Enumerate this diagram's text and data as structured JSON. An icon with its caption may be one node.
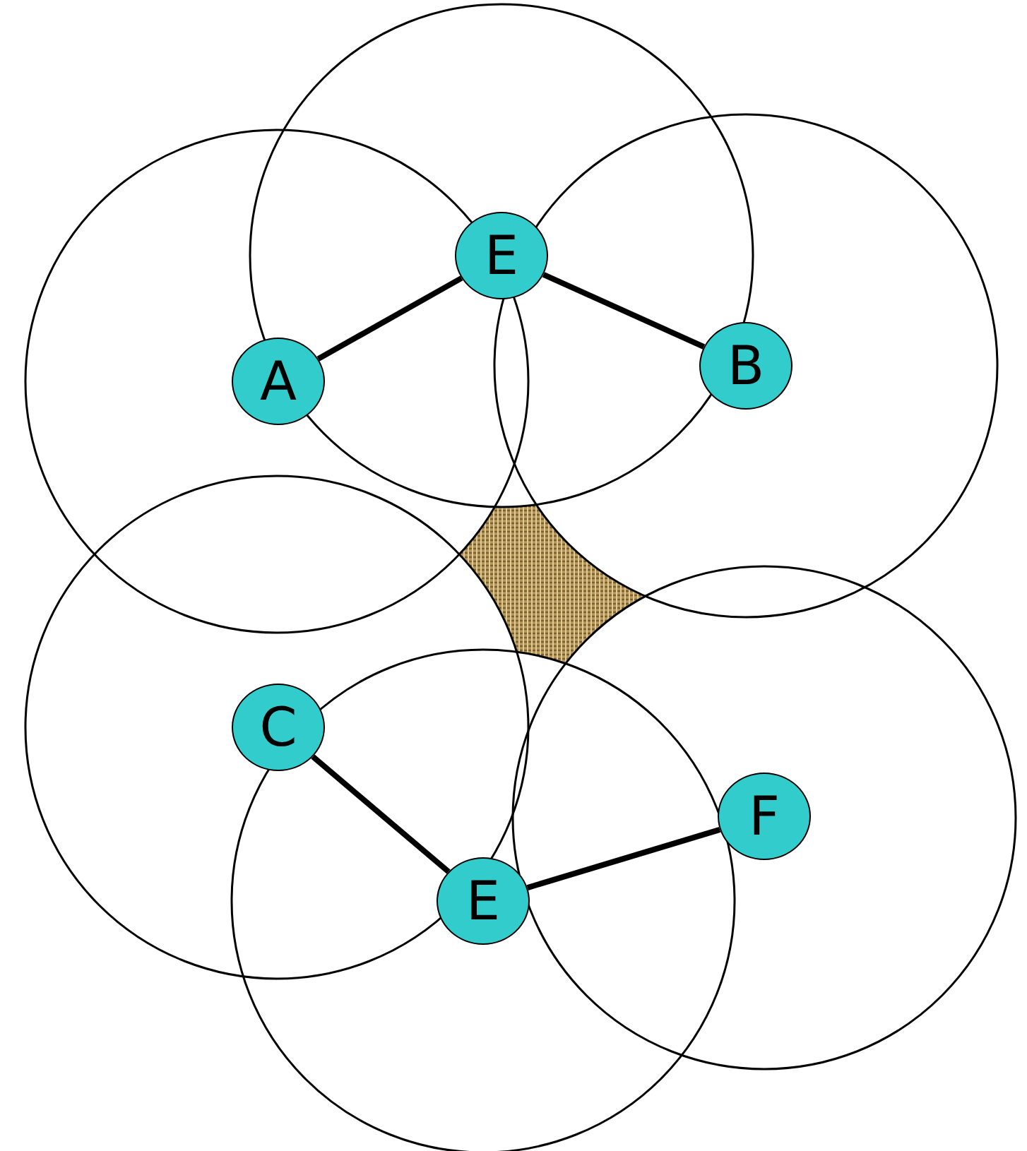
{
  "diagram": {
    "nodes": [
      {
        "text": [
          "E"
        ]
      },
      {
        "text": [
          "A"
        ]
      },
      {
        "text": [
          "B"
        ]
      },
      {
        "text": [
          "C"
        ]
      },
      {
        "text": [
          "E"
        ]
      },
      {
        "text": [
          "F"
        ]
      }
    ],
    "edges": [
      {
        "from": 1,
        "to": 0,
        "arrow": "none"
      },
      {
        "from": 0,
        "to": 2,
        "arrow": "none"
      },
      {
        "from": 3,
        "to": 4,
        "arrow": "none"
      },
      {
        "from": 4,
        "to": 5,
        "arrow": "none"
      }
    ]
  }
}
